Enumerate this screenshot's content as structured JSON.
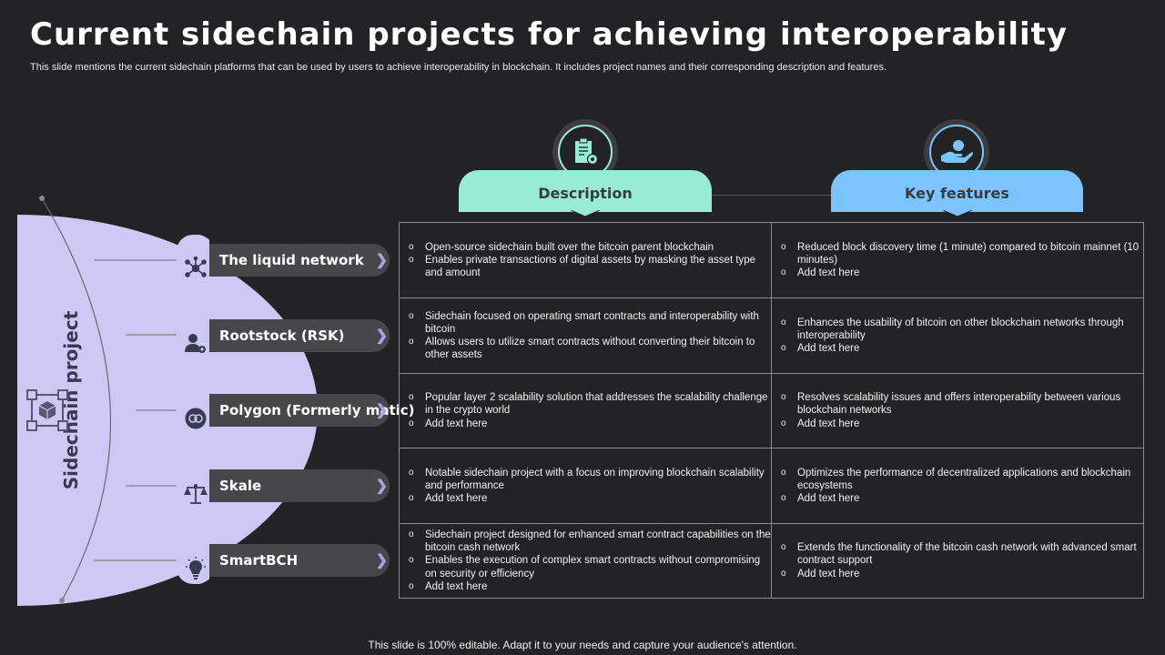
{
  "header": {
    "title": "Current sidechain projects for achieving interoperability",
    "subtitle": "This slide mentions the current sidechain platforms that can be used by users to achieve interoperability in blockchain. It includes project names and their corresponding description and features."
  },
  "sidebar": {
    "label": "Sidechain project",
    "icon": "blockchain-cube-icon"
  },
  "columns": {
    "description": {
      "label": "Description",
      "icon": "clipboard-gear-icon",
      "color": "#99ecd4"
    },
    "features": {
      "label": "Key features",
      "icon": "hand-bitcoin-icon",
      "color": "#7cc4ff"
    }
  },
  "colors": {
    "accent": "#cfc8f4",
    "background": "#232325",
    "pill": "#474749"
  },
  "projects": [
    {
      "name": "The liquid network",
      "icon": "network-nodes-icon",
      "description": [
        "Open-source sidechain built over the bitcoin parent blockchain",
        "Enables private transactions of digital assets by masking the asset type and amount"
      ],
      "features": [
        "Reduced block discovery time (1 minute) compared to bitcoin mainnet (10 minutes)",
        "Add text here"
      ]
    },
    {
      "name": "Rootstock (RSK)",
      "icon": "user-gear-icon",
      "description": [
        "Sidechain focused on operating smart contracts and interoperability with bitcoin",
        "Allows users to utilize smart contracts without converting their bitcoin to other assets"
      ],
      "features": [
        "Enhances the usability of bitcoin on other blockchain networks through interoperability",
        "Add text here"
      ]
    },
    {
      "name": "Polygon (Formerly matic)",
      "icon": "polygon-coin-icon",
      "description": [
        "Popular layer 2 scalability solution that addresses the scalability challenge in the crypto world",
        "Add text here"
      ],
      "features": [
        "Resolves scalability issues and offers interoperability between various blockchain networks",
        "Add text here"
      ]
    },
    {
      "name": "Skale",
      "icon": "balance-scale-icon",
      "description": [
        "Notable sidechain project with a focus on improving blockchain scalability and performance",
        "Add text here"
      ],
      "features": [
        "Optimizes the performance of decentralized applications and blockchain ecosystems",
        "Add text here"
      ]
    },
    {
      "name": "SmartBCH",
      "icon": "lightbulb-icon",
      "description": [
        "Sidechain project designed for enhanced smart contract capabilities on the bitcoin cash network",
        "Enables the execution of complex smart contracts without compromising on security or efficiency",
        "Add text here"
      ],
      "features": [
        "Extends the functionality of the bitcoin cash network with advanced smart contract support",
        "Add text here"
      ]
    }
  ],
  "footer": "This slide is 100% editable. Adapt it to your needs and capture your audience's attention."
}
